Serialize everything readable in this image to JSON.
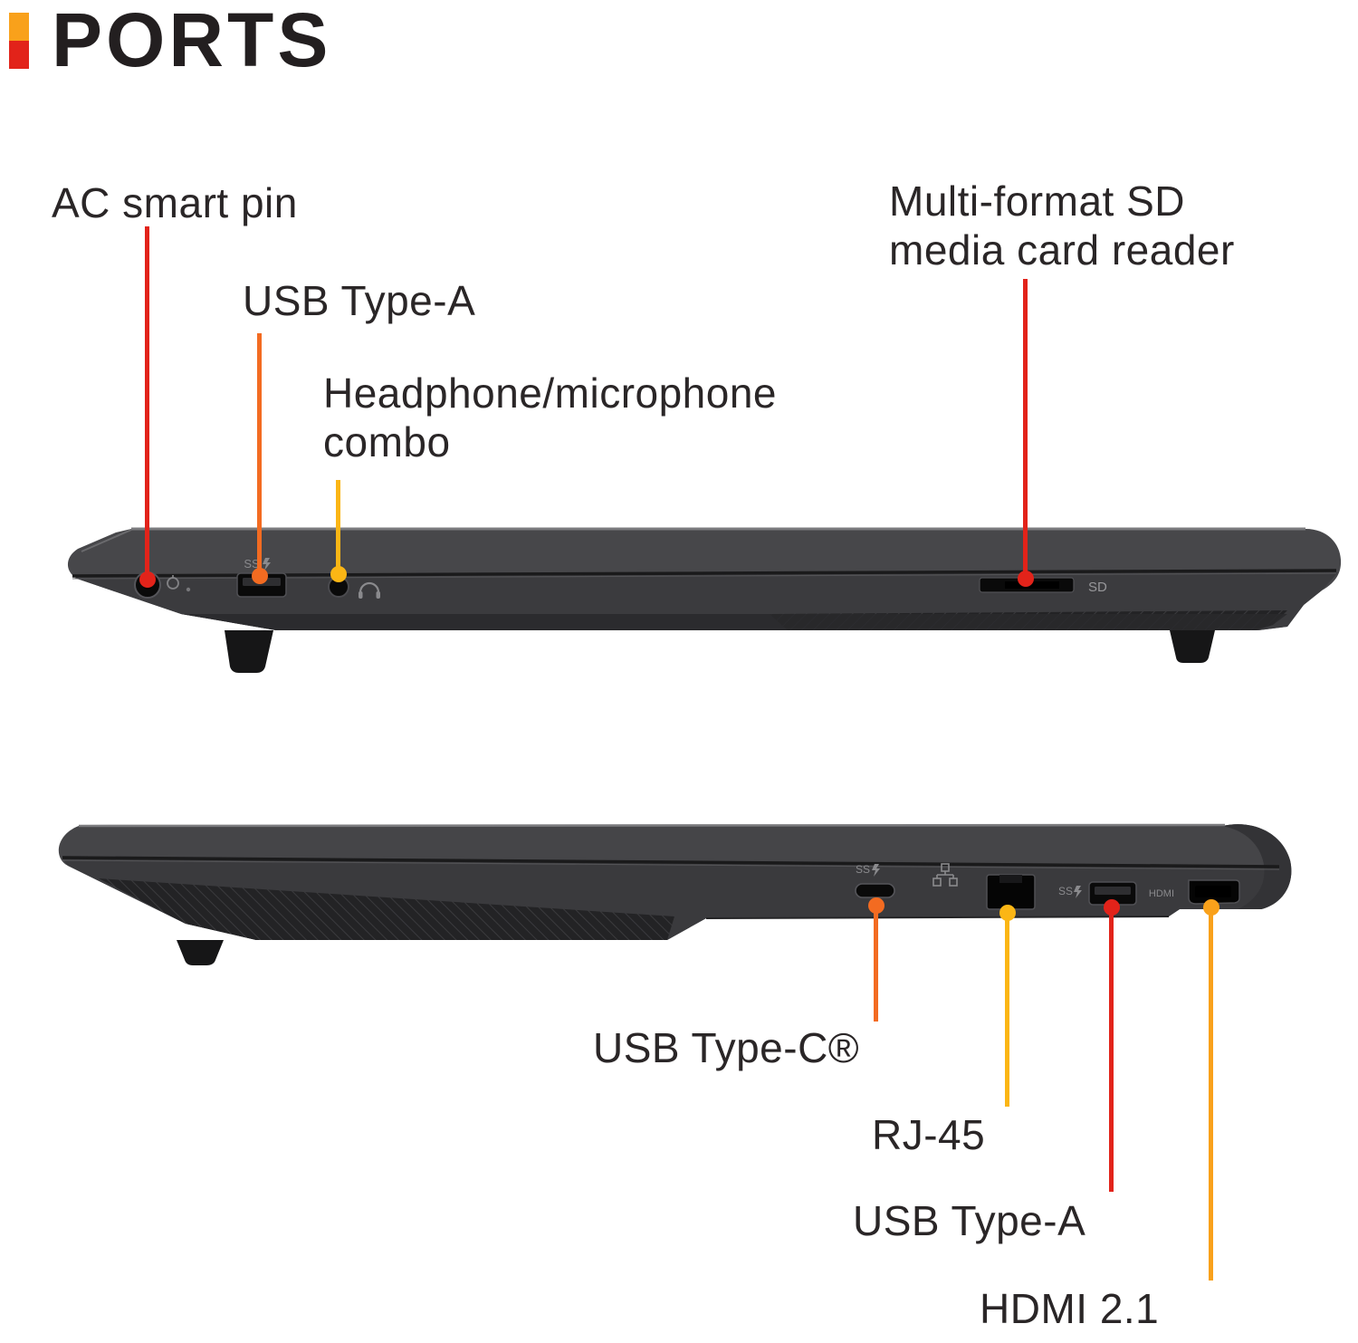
{
  "title": "PORTS",
  "accent_bar": {
    "top_color": "#f9a11b",
    "bottom_color": "#e2231a"
  },
  "text_color": "#2a2627",
  "top_view": {
    "callouts": [
      {
        "label": "AC smart pin",
        "color": "#e2231a"
      },
      {
        "label": "USB Type-A",
        "color": "#f36b21"
      },
      {
        "label": "Headphone/microphone combo",
        "color": "#fbb615"
      },
      {
        "label": "Multi-format SD media card reader",
        "color": "#e2231a"
      }
    ],
    "port_glyphs": {
      "usb_ss": "SS",
      "sd": "SD"
    }
  },
  "bottom_view": {
    "callouts": [
      {
        "label": "USB Type-C®",
        "color": "#f36b21"
      },
      {
        "label": "RJ-45",
        "color": "#fbb615"
      },
      {
        "label": "USB Type-A",
        "color": "#e2231a"
      },
      {
        "label": "HDMI 2.1",
        "color": "#f9a11b"
      }
    ],
    "port_glyphs": {
      "usb_c_ss": "SS",
      "usb_ss": "SS",
      "hdmi": "HDMI"
    }
  }
}
